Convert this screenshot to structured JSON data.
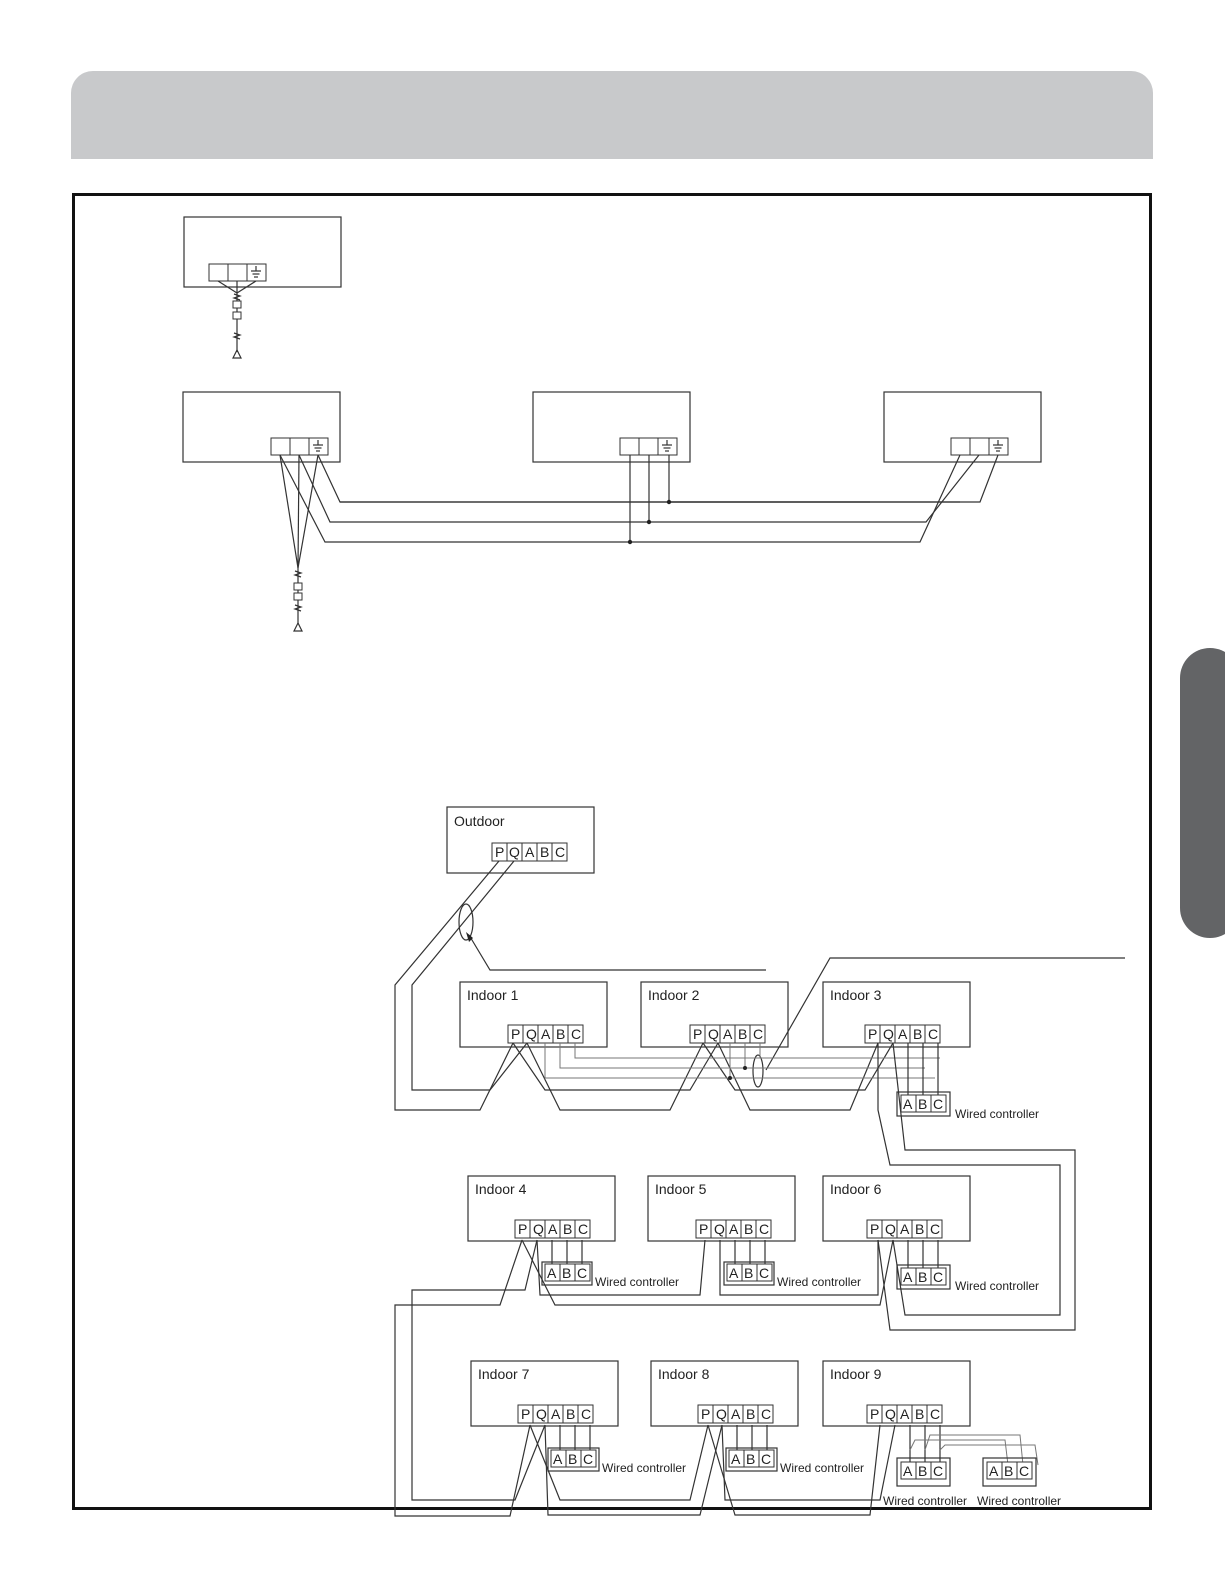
{
  "header": {
    "title": ""
  },
  "diagram": {
    "outdoor": {
      "label": "Outdoor",
      "terminals": [
        "P",
        "Q",
        "A",
        "B",
        "C"
      ]
    },
    "indoor_units": [
      {
        "id": "indoor-1",
        "label": "Indoor 1"
      },
      {
        "id": "indoor-2",
        "label": "Indoor 2"
      },
      {
        "id": "indoor-3",
        "label": "Indoor 3"
      },
      {
        "id": "indoor-4",
        "label": "Indoor 4"
      },
      {
        "id": "indoor-5",
        "label": "Indoor 5"
      },
      {
        "id": "indoor-6",
        "label": "Indoor 6"
      },
      {
        "id": "indoor-7",
        "label": "Indoor 7"
      },
      {
        "id": "indoor-8",
        "label": "Indoor 8"
      },
      {
        "id": "indoor-9",
        "label": "Indoor 9"
      }
    ],
    "indoor_terminals": [
      "P",
      "Q",
      "A",
      "B",
      "C"
    ],
    "controller_terminals": [
      "A",
      "B",
      "C"
    ],
    "controller_label": "Wired controller"
  }
}
